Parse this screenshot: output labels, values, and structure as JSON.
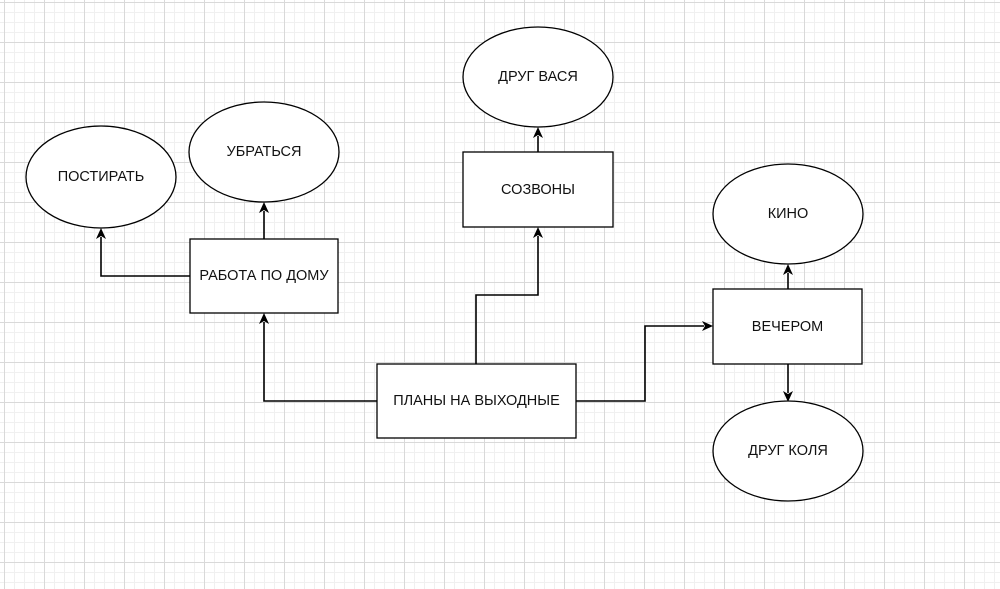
{
  "colors": {
    "grid_major": "#d9d9d9",
    "grid_minor": "#f0f0f0",
    "stroke": "#000000",
    "fill": "#ffffff",
    "text": "#111111"
  },
  "nodes": {
    "plany": {
      "label": "ПЛАНЫ НА ВЫХОДНЫЕ",
      "shape": "rectangle"
    },
    "rabota": {
      "label": "РАБОТА ПО ДОМУ",
      "shape": "rectangle"
    },
    "sozvony": {
      "label": "СОЗВОНЫ",
      "shape": "rectangle"
    },
    "vecherom": {
      "label": "ВЕЧЕРОМ",
      "shape": "rectangle"
    },
    "postirat": {
      "label": "ПОСТИРАТЬ",
      "shape": "ellipse"
    },
    "ubratsya": {
      "label": "УБРАТЬСЯ",
      "shape": "ellipse"
    },
    "drug_vasya": {
      "label": "ДРУГ ВАСЯ",
      "shape": "ellipse"
    },
    "kino": {
      "label": "КИНО",
      "shape": "ellipse"
    },
    "drug_kolya": {
      "label": "ДРУГ КОЛЯ",
      "shape": "ellipse"
    }
  },
  "edges": [
    {
      "from": "plany",
      "to": "rabota"
    },
    {
      "from": "plany",
      "to": "sozvony"
    },
    {
      "from": "plany",
      "to": "vecherom"
    },
    {
      "from": "rabota",
      "to": "postirat"
    },
    {
      "from": "rabota",
      "to": "ubratsya"
    },
    {
      "from": "sozvony",
      "to": "drug_vasya"
    },
    {
      "from": "vecherom",
      "to": "kino"
    },
    {
      "from": "vecherom",
      "to": "drug_kolya"
    }
  ]
}
